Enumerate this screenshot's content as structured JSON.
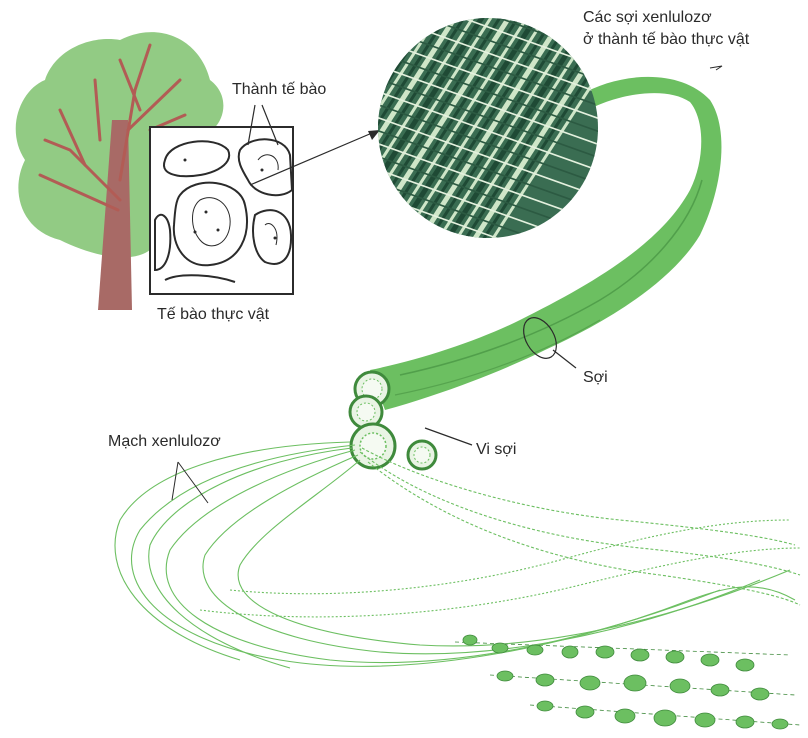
{
  "labels": {
    "cell_wall": "Thành tế bào",
    "plant_cell": "Tế bào thực vật",
    "fibers_line1": "Các sợi xenlulozơ",
    "fibers_line2": "ở thành tế bào thực vật",
    "fiber": "Sợi",
    "microfibril": "Vi sợi",
    "cellulose_chain": "Mạch xenlulozơ"
  },
  "colors": {
    "foliage": "#92cb84",
    "trunk": "#a86a66",
    "branch": "#b25c55",
    "fiber_green": "#6cbf61",
    "fiber_dark": "#3f8a3c",
    "cell_outline": "#2b2b2b",
    "micro_dark": "#1f4a35"
  }
}
